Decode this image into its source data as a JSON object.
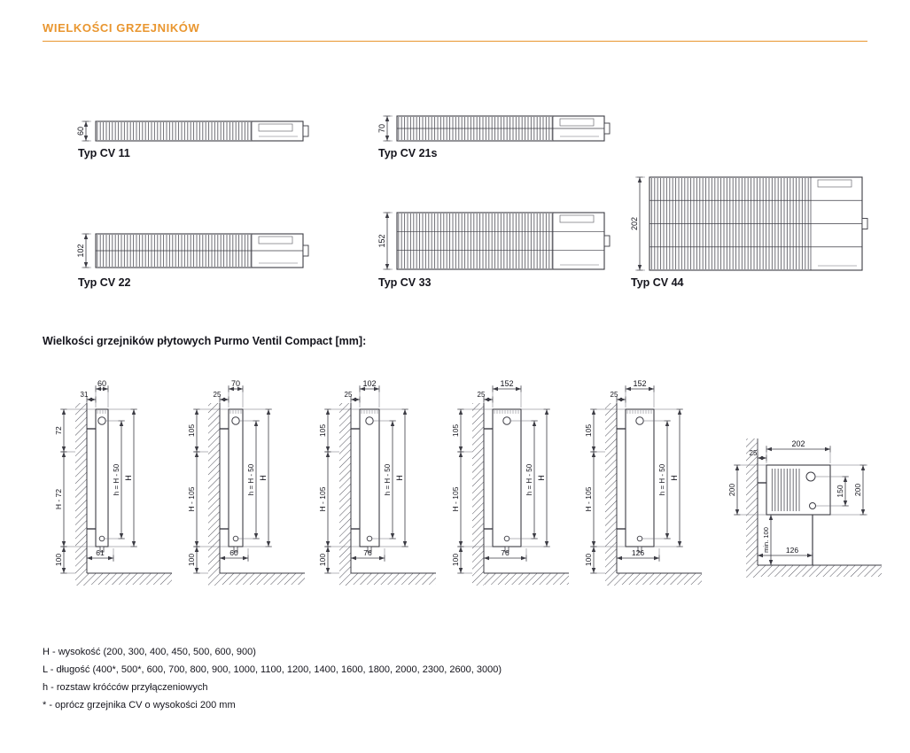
{
  "page": {
    "title": "WIELKOŚCI GRZEJNIKÓW",
    "section_title": "Wielkości grzejników płytowych Purmo Ventil Compact [mm]:",
    "accent_color": "#E9962F"
  },
  "top_views": [
    {
      "label": "Typ CV 11",
      "depth_mm": "60"
    },
    {
      "label": "Typ CV 21s",
      "depth_mm": "70"
    },
    {
      "label": "Typ CV 22",
      "depth_mm": "102"
    },
    {
      "label": "Typ CV 33",
      "depth_mm": "152"
    },
    {
      "label": "Typ CV 44",
      "depth_mm": "202"
    }
  ],
  "side_views": [
    {
      "depth": "60",
      "wall_offset": "31",
      "top_margin": "72",
      "height_minus": "H - 72",
      "pipe_spacing": "h = H - 50",
      "total_height": "H",
      "floor_clearance": "100",
      "bottom_offset": "61"
    },
    {
      "depth": "70",
      "wall_offset": "25",
      "top_margin": "105",
      "height_minus": "H - 105",
      "pipe_spacing": "h = H - 50",
      "total_height": "H",
      "floor_clearance": "100",
      "bottom_offset": "60"
    },
    {
      "depth": "102",
      "wall_offset": "25",
      "top_margin": "105",
      "height_minus": "H - 105",
      "pipe_spacing": "h = H - 50",
      "total_height": "H",
      "floor_clearance": "100",
      "bottom_offset": "76"
    },
    {
      "depth": "152",
      "wall_offset": "25",
      "top_margin": "105",
      "height_minus": "H - 105",
      "pipe_spacing": "h = H - 50",
      "total_height": "H",
      "floor_clearance": "100",
      "bottom_offset": "76"
    },
    {
      "depth": "152",
      "wall_offset": "25",
      "top_margin": "105",
      "height_minus": "H - 105",
      "pipe_spacing": "h = H - 50",
      "total_height": "H",
      "floor_clearance": "100",
      "bottom_offset": "126"
    }
  ],
  "detail_view": {
    "depth": "202",
    "wall_offset": "25",
    "left_height": "200",
    "pipe_spacing": "150",
    "height": "200",
    "floor_clearance": "min. 100",
    "bottom_offset": "126"
  },
  "legend": [
    "H - wysokość (200, 300, 400, 450, 500, 600, 900)",
    "L - długość (400*, 500*, 600, 700, 800, 900, 1000, 1100, 1200, 1400, 1600, 1800, 2000, 2300, 2600, 3000)",
    "h - rozstaw króćców przyłączeniowych",
    "* - oprócz grzejnika CV o wysokości 200 mm"
  ]
}
